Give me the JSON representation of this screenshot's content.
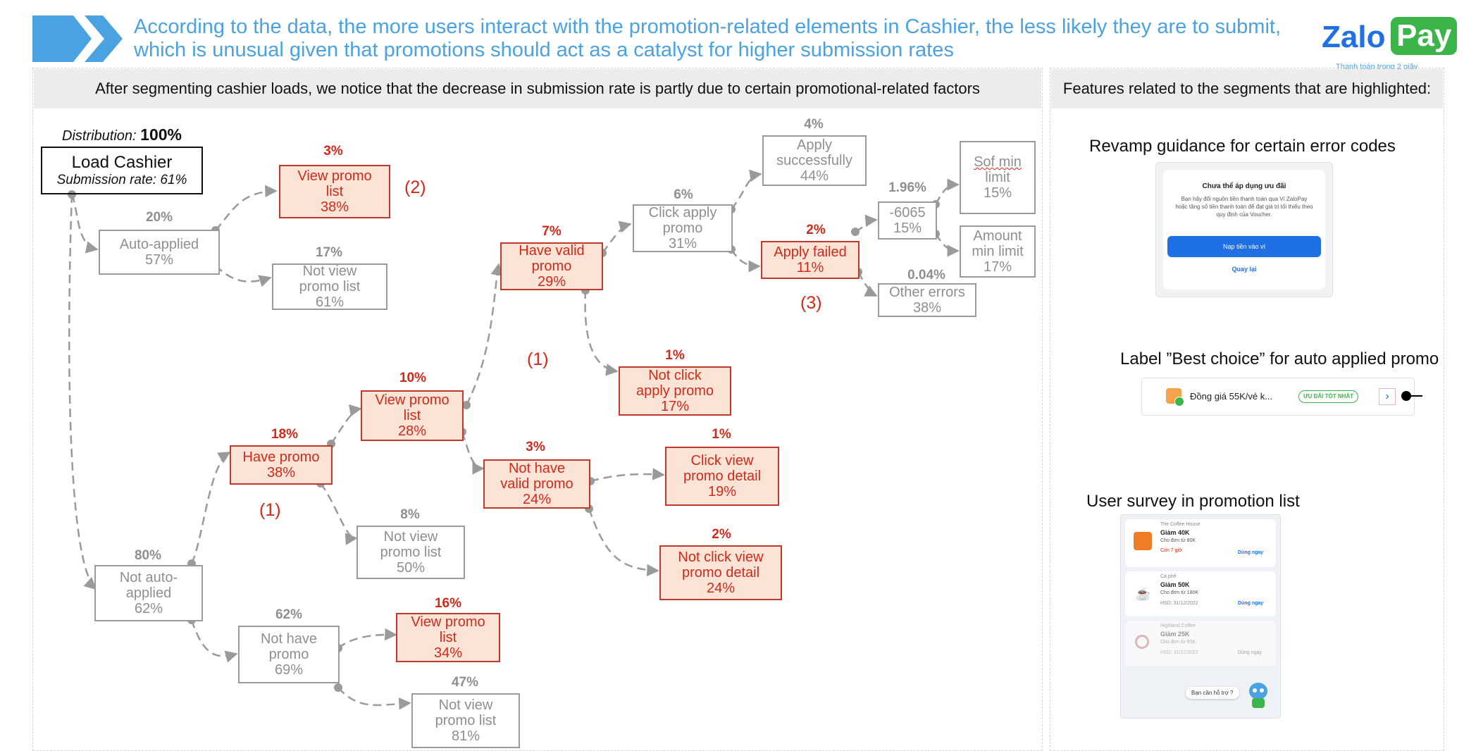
{
  "header": {
    "title": "According to the data, the more users interact with the promotion-related elements in Cashier, the less likely they are to submit, which is unusual given that promotions should act as a catalyst for higher submission rates",
    "logo_zalo": "Zalo",
    "logo_pay": "Pay",
    "logo_tagline": "Thanh toán trong 2 giây"
  },
  "left_panel": {
    "heading": "After segmenting cashier loads, we notice that the decrease in submission rate is partly due to certain promotional-related factors",
    "distribution_label": "Distribution:",
    "distribution_value": "100%",
    "root": {
      "title": "Load Cashier",
      "subtitle": "Submission rate: 61%"
    },
    "nodes": {
      "auto_applied": {
        "pct": "20%",
        "line1": "Auto-applied",
        "line2": "57%"
      },
      "view_promo_list_a": {
        "pct": "3%",
        "line1": "View promo",
        "line2": "list",
        "line3": "38%"
      },
      "not_view_promo_list_a": {
        "pct": "17%",
        "line1": "Not view",
        "line2": "promo list",
        "line3": "61%"
      },
      "not_auto_applied": {
        "pct": "80%",
        "line1": "Not auto-",
        "line2": "applied",
        "line3": "62%"
      },
      "have_promo": {
        "pct": "18%",
        "line1": "Have promo",
        "line2": "38%"
      },
      "not_have_promo": {
        "pct": "62%",
        "line1": "Not have",
        "line2": "promo",
        "line3": "69%"
      },
      "view_promo_list_c": {
        "pct": "16%",
        "line1": "View promo",
        "line2": "list",
        "line3": "34%"
      },
      "not_view_promo_list_c": {
        "pct": "47%",
        "line1": "Not view",
        "line2": "promo list",
        "line3": "81%"
      },
      "view_promo_list_b": {
        "pct": "10%",
        "line1": "View promo",
        "line2": "list",
        "line3": "28%"
      },
      "not_view_promo_list_b": {
        "pct": "8%",
        "line1": "Not view",
        "line2": "promo list",
        "line3": "50%"
      },
      "have_valid_promo": {
        "pct": "7%",
        "line1": "Have valid",
        "line2": "promo",
        "line3": "29%"
      },
      "not_have_valid_promo": {
        "pct": "3%",
        "line1": "Not have",
        "line2": "valid promo",
        "line3": "24%"
      },
      "click_view_detail": {
        "pct": "1%",
        "line1": "Click view",
        "line2": "promo detail",
        "line3": "19%"
      },
      "not_click_view_detail": {
        "pct": "2%",
        "line1": "Not click view",
        "line2": "promo detail",
        "line3": "24%"
      },
      "click_apply_promo": {
        "pct": "6%",
        "line1": "Click apply",
        "line2": "promo",
        "line3": "31%"
      },
      "not_click_apply_promo": {
        "pct": "1%",
        "line1": "Not click",
        "line2": "apply promo",
        "line3": "17%"
      },
      "apply_successfully": {
        "pct": "4%",
        "line1": "Apply",
        "line2": "successfully",
        "line3": "44%"
      },
      "apply_failed": {
        "pct": "2%",
        "line1": "Apply failed",
        "line2": "11%"
      },
      "err_6065": {
        "pct": "1.96%",
        "line1": "-6065",
        "line2": "15%"
      },
      "other_errors": {
        "pct": "0.04%",
        "line1": "Other errors",
        "line2": "38%"
      },
      "sof_min_limit": {
        "line1": "Sof min",
        "line2": "limit",
        "line3": "15%"
      },
      "amount_min_limit": {
        "line1": "Amount",
        "line2": "min limit",
        "line3": "17%"
      }
    },
    "notes": {
      "n1a": "(1)",
      "n1b": "(1)",
      "n2": "(2)",
      "n3": "(3)"
    }
  },
  "right_panel": {
    "heading": "Features related to the segments that are highlighted:",
    "feature1": {
      "title": "Revamp guidance for certain error codes",
      "dialog_title": "Chưa thể áp dụng ưu đãi",
      "dialog_body": "Bạn hãy đổi nguồn tiền thanh toán qua Ví ZaloPay hoặc tăng số tiền thanh toán để đạt giá trị tối thiểu theo quy định của Voucher.",
      "primary_button": "Nạp tiền vào ví",
      "secondary_button": "Quay lại"
    },
    "feature2": {
      "title": "Label ”Best choice” for auto applied promo",
      "promo_text": "Đồng giá 55K/vé k...",
      "badge": "ƯU ĐÃI TỐT NHẤT"
    },
    "feature3": {
      "title": "User survey in promotion list",
      "vouchers": [
        {
          "brand": "The Coffee House",
          "title": "Giảm 40K",
          "cond": "Cho đơn từ 80K",
          "meta": "Còn 7 giờ",
          "action": "Dùng ngay"
        },
        {
          "brand": "Cà phê",
          "title": "Giảm 50K",
          "cond": "Cho đơn từ 180K",
          "meta": "HSD: 31/12/2022",
          "action": "Dùng ngay"
        },
        {
          "brand": "Highland Coffee",
          "title": "Giảm 25K",
          "cond": "Cho đơn từ 60K",
          "meta": "HSD: 31/12/2022",
          "action": "Dùng ngay"
        }
      ],
      "chat_bubble": "Bạn cần hỗ trợ ?"
    }
  },
  "colors": {
    "title_blue": "#4aa3e0",
    "highlight_red": "#d12a1a",
    "highlight_fill": "#fbe3d6",
    "neutral_grey": "#9a9a9a",
    "zalo_blue": "#1f6fe5",
    "pay_green": "#3bb54a"
  }
}
